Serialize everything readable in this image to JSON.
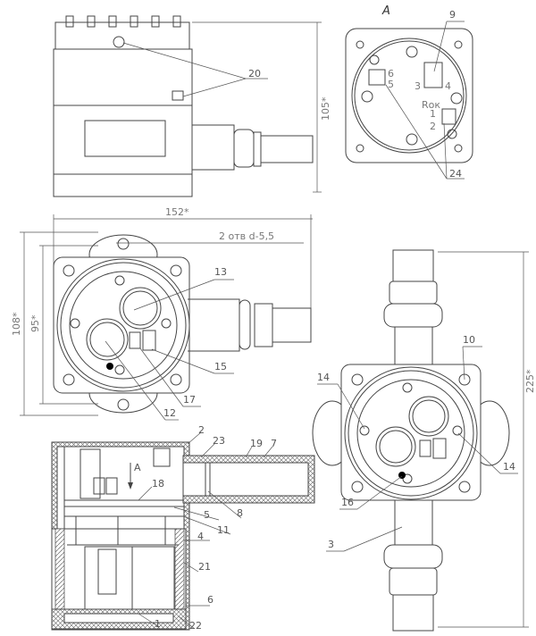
{
  "view_a": {
    "title": "A",
    "callouts": [
      "9",
      "24"
    ],
    "terminals": [
      "6",
      "5",
      "3",
      "4",
      "Rок",
      "1",
      "2"
    ]
  },
  "side_view": {
    "callouts": [
      "20"
    ],
    "dim_height": "105*"
  },
  "front_view": {
    "dim_width": "152*",
    "holes_note": "2 отв d-5,5",
    "dim_outer": "108*",
    "dim_inner": "95*",
    "callouts": [
      "13",
      "15",
      "17",
      "12"
    ]
  },
  "right_view": {
    "dim_length": "225*",
    "callouts": [
      "10",
      "14",
      "14",
      "16",
      "3"
    ]
  },
  "section_view": {
    "section_mark": "A",
    "callouts": [
      "2",
      "23",
      "19",
      "7",
      "18",
      "5",
      "8",
      "11",
      "4",
      "21",
      "6",
      "1",
      "22"
    ]
  },
  "colors": {
    "line": "#444444",
    "text": "#555555",
    "background": "#ffffff"
  }
}
